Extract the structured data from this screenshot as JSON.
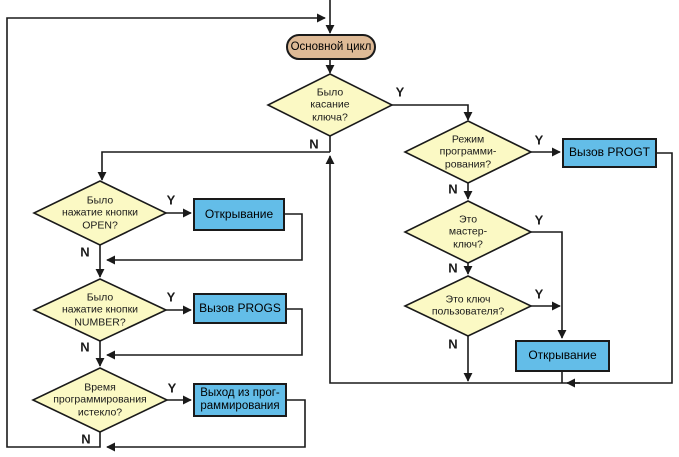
{
  "diagram": {
    "colors": {
      "background": "#ffffff",
      "decision_fill": "#fbf9c4",
      "decision_border": "#1a1a1a",
      "process_fill": "#63bde8",
      "process_border": "#1a1a1a",
      "terminal_fill": "#deba96",
      "terminal_border": "#1a1a1a",
      "line": "#1a1a1a",
      "label": "#1a1a1a"
    },
    "branch": {
      "yes": "Y",
      "no": "N"
    },
    "nodes": {
      "main_cycle": {
        "type": "terminal",
        "label": "Основной цикл"
      },
      "key_touch": {
        "type": "decision",
        "label": "Было\nкасание\nключа?"
      },
      "prog_mode": {
        "type": "decision",
        "label": "Режим\nпрограмми-\nрования?"
      },
      "master_key": {
        "type": "decision",
        "label": "Это\nмастер-\nключ?"
      },
      "user_key": {
        "type": "decision",
        "label": "Это ключ\nпользователя?"
      },
      "open_btn": {
        "type": "decision",
        "label": "Было\nнажатие кнопки\nOPEN?"
      },
      "number_btn": {
        "type": "decision",
        "label": "Было\nнажатие кнопки\nNUMBER?"
      },
      "prog_time": {
        "type": "decision",
        "label": "Время\nпрограммирования\nистекло?"
      },
      "call_progt": {
        "type": "process",
        "label": "Вызов PROGT"
      },
      "open_right": {
        "type": "process",
        "label": "Открывание"
      },
      "open_left": {
        "type": "process",
        "label": "Открывание"
      },
      "call_progs": {
        "type": "process",
        "label": "Вызов PROGS"
      },
      "prog_exit": {
        "type": "process",
        "label": "Выход из прог-\nраммирования"
      }
    }
  }
}
